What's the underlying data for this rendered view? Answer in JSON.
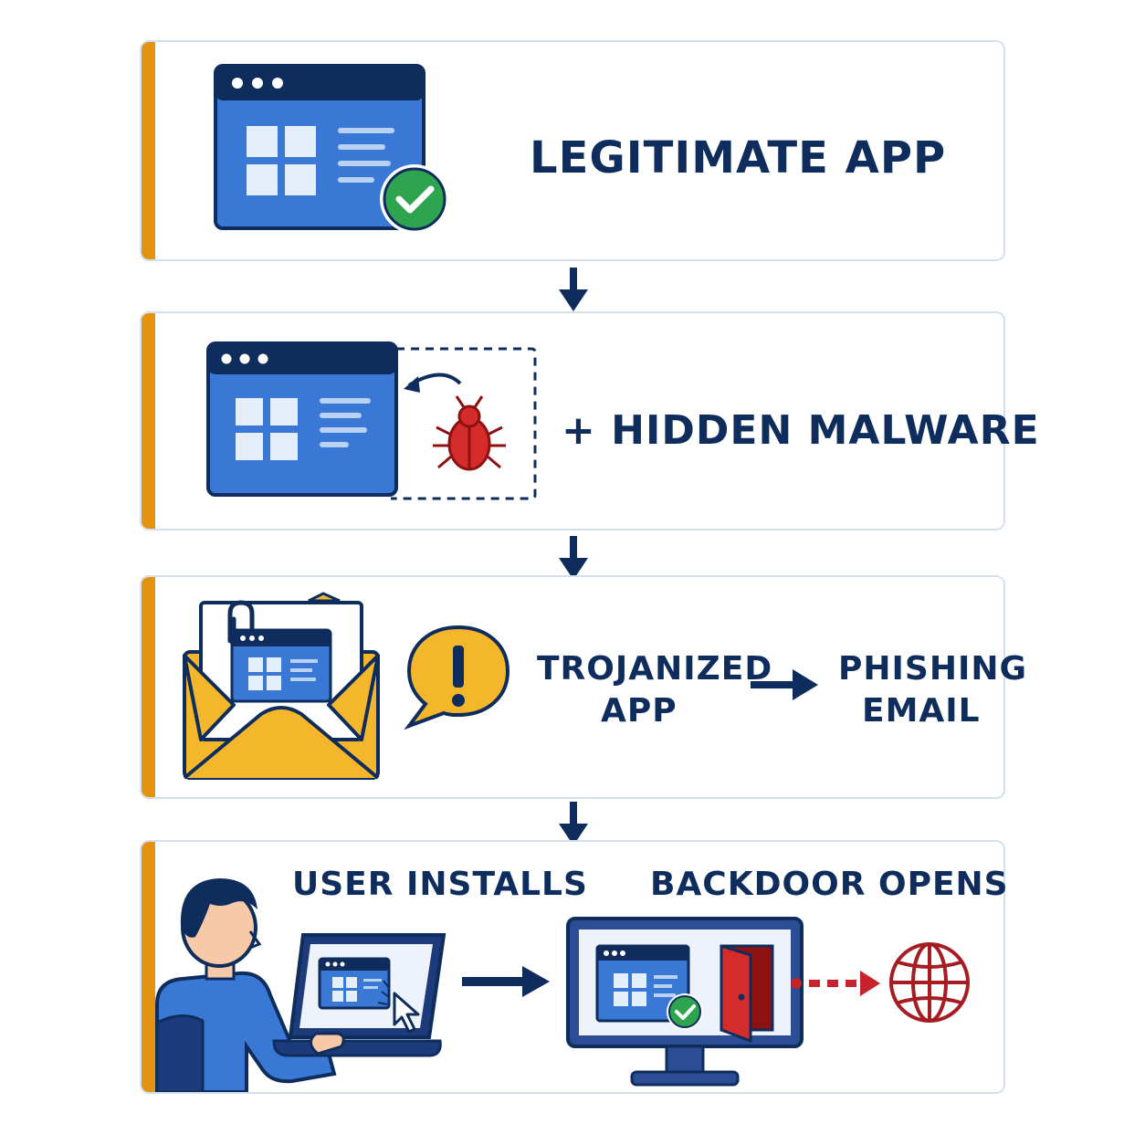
{
  "steps": {
    "legitimate": {
      "label": "LEGITIMATE APP"
    },
    "hidden": {
      "label": "+ HIDDEN MALWARE"
    },
    "trojan": {
      "label_line1": "TROJANIZED",
      "label_line2": "APP",
      "target_line1": "PHISHING",
      "target_line2": "EMAIL"
    },
    "install": {
      "user_label": "USER INSTALLS",
      "backdoor_label": "BACKDOOR OPENS"
    }
  },
  "icons": {
    "app_window": "app-window-icon",
    "check": "check-badge-icon",
    "bug": "bug-icon",
    "envelope": "envelope-icon",
    "paperclip": "paperclip-icon",
    "alert": "exclamation-bubble-icon",
    "user": "user-icon",
    "laptop": "laptop-icon",
    "cursor": "cursor-icon",
    "monitor": "monitor-icon",
    "door": "open-door-icon",
    "globe": "globe-icon"
  },
  "colors": {
    "accent": "#e3930f",
    "navy": "#0f2d5c",
    "blue": "#3a78d6",
    "green": "#2ea44f",
    "red": "#c8232c",
    "yellow": "#f4b62b"
  }
}
